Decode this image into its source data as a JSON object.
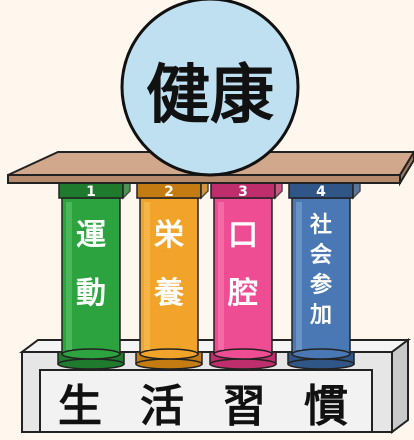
{
  "title": "健康",
  "base": "生活習慣",
  "pillars": [
    {
      "number": "1",
      "label": "運動",
      "color": "#2ca33e",
      "dark": "#1f7a2d",
      "light": "#5fc46b"
    },
    {
      "number": "2",
      "label": "栄養",
      "color": "#f2a32a",
      "dark": "#c47c12",
      "light": "#f8c35c"
    },
    {
      "number": "3",
      "label": "口腔",
      "color": "#ee4d93",
      "dark": "#bf2e6c",
      "light": "#f67fb3"
    },
    {
      "number": "4",
      "label": "社会参加",
      "color": "#4a78b5",
      "dark": "#2f5687",
      "light": "#7ea3d3"
    }
  ],
  "colors": {
    "background": "#fff6ee",
    "ball": "#bfe0f0",
    "board": "#d2a88c",
    "base": "#e6e6e6"
  }
}
